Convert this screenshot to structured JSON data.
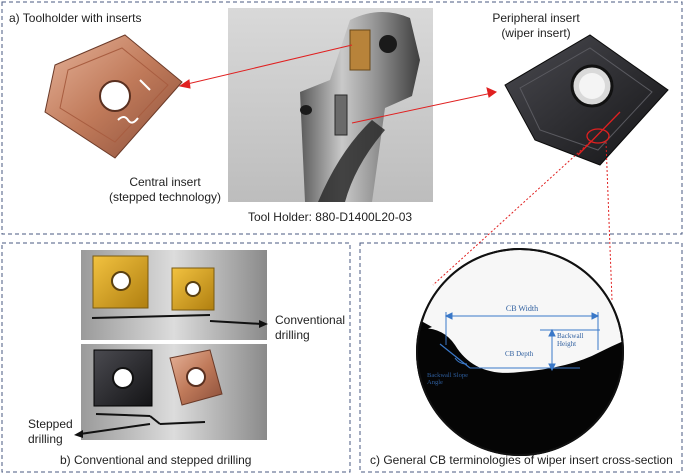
{
  "panel_a": {
    "title": "a) Toolholder with inserts",
    "central_line1": "Central insert",
    "central_line2": "(stepped technology)",
    "peripheral_line1": "Peripheral insert",
    "peripheral_line2": "(wiper insert)",
    "tool_holder": "Tool Holder: 880-D1400L20-03"
  },
  "panel_b": {
    "conventional_line1": "Conventional",
    "conventional_line2": "drilling",
    "stepped_line1": "Stepped",
    "stepped_line2": "drilling",
    "caption": "b) Conventional and stepped drilling"
  },
  "panel_c": {
    "cb_width": "CB Width",
    "backwall_line1": "Backwall",
    "backwall_line2": "Height",
    "cb_depth": "CB Depth",
    "slope_line1": "Backwall Slope",
    "slope_line2": "Angle",
    "caption": "c) General CB terminologies of wiper insert cross-section"
  },
  "colors": {
    "frame": "#4a5a80",
    "arrow_red": "#e02020",
    "cb_blue": "#3a78c8",
    "insert_gold": "#d8a020",
    "insert_copper": "#c98a6a",
    "insert_dark": "#2a2a2e"
  }
}
